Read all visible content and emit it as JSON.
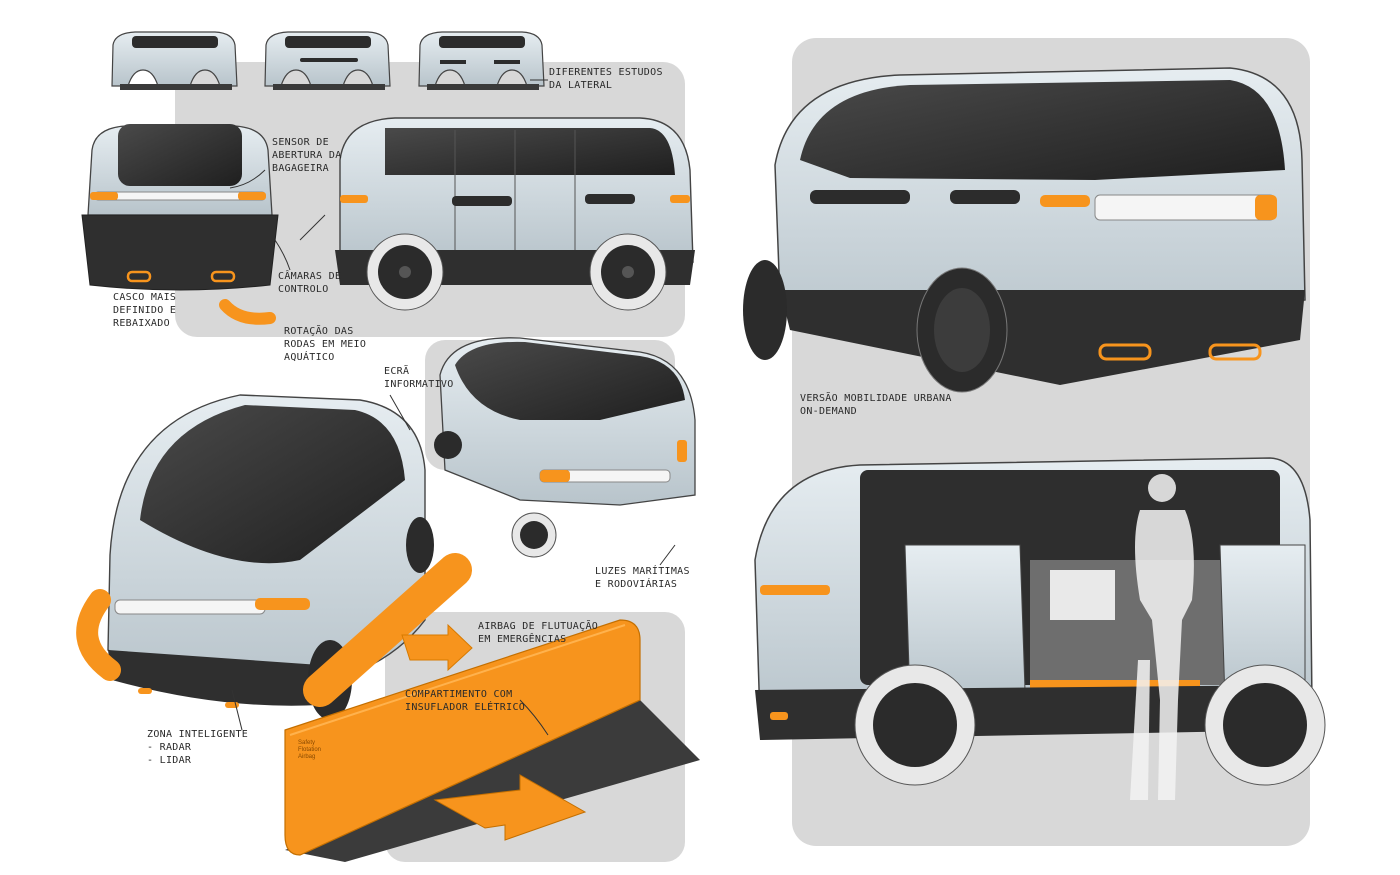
{
  "colors": {
    "body": "#cfd9df",
    "body_shade": "#a9b5bd",
    "glass": "#2b2b2b",
    "trim": "#3a3a3a",
    "accent": "#f7941d",
    "panel": "#d8d8d8",
    "ink": "#2a2a2a"
  },
  "annotations": {
    "lateral_studies": [
      "Diferentes estudos",
      "da lateral"
    ],
    "luggage_sensor": [
      "Sensor de",
      "abertura da",
      "bagageira"
    ],
    "control_cameras": [
      "Câmaras de",
      "controlo"
    ],
    "hull": [
      "Casco mais",
      "definido e",
      "rebaixado"
    ],
    "wheel_rotation": [
      "Rotação das",
      "rodas em meio",
      "aquático"
    ],
    "info_screen": [
      "Ecrã",
      "informativo"
    ],
    "lights": [
      "Luzes marítimas",
      "e rodoviárias"
    ],
    "airbag": [
      "Airbag de flutuação",
      "em emergências"
    ],
    "compartment": [
      "Compartimento com",
      "insuflador elétrico"
    ],
    "smart_zone": [
      "Zona inteligente",
      "- Radar",
      "- Lidar"
    ],
    "urban_version": [
      "Versão mobilidade urbana",
      "on-demand"
    ]
  },
  "airbag_label": [
    "Safety",
    "Flotation",
    "Airbag"
  ]
}
